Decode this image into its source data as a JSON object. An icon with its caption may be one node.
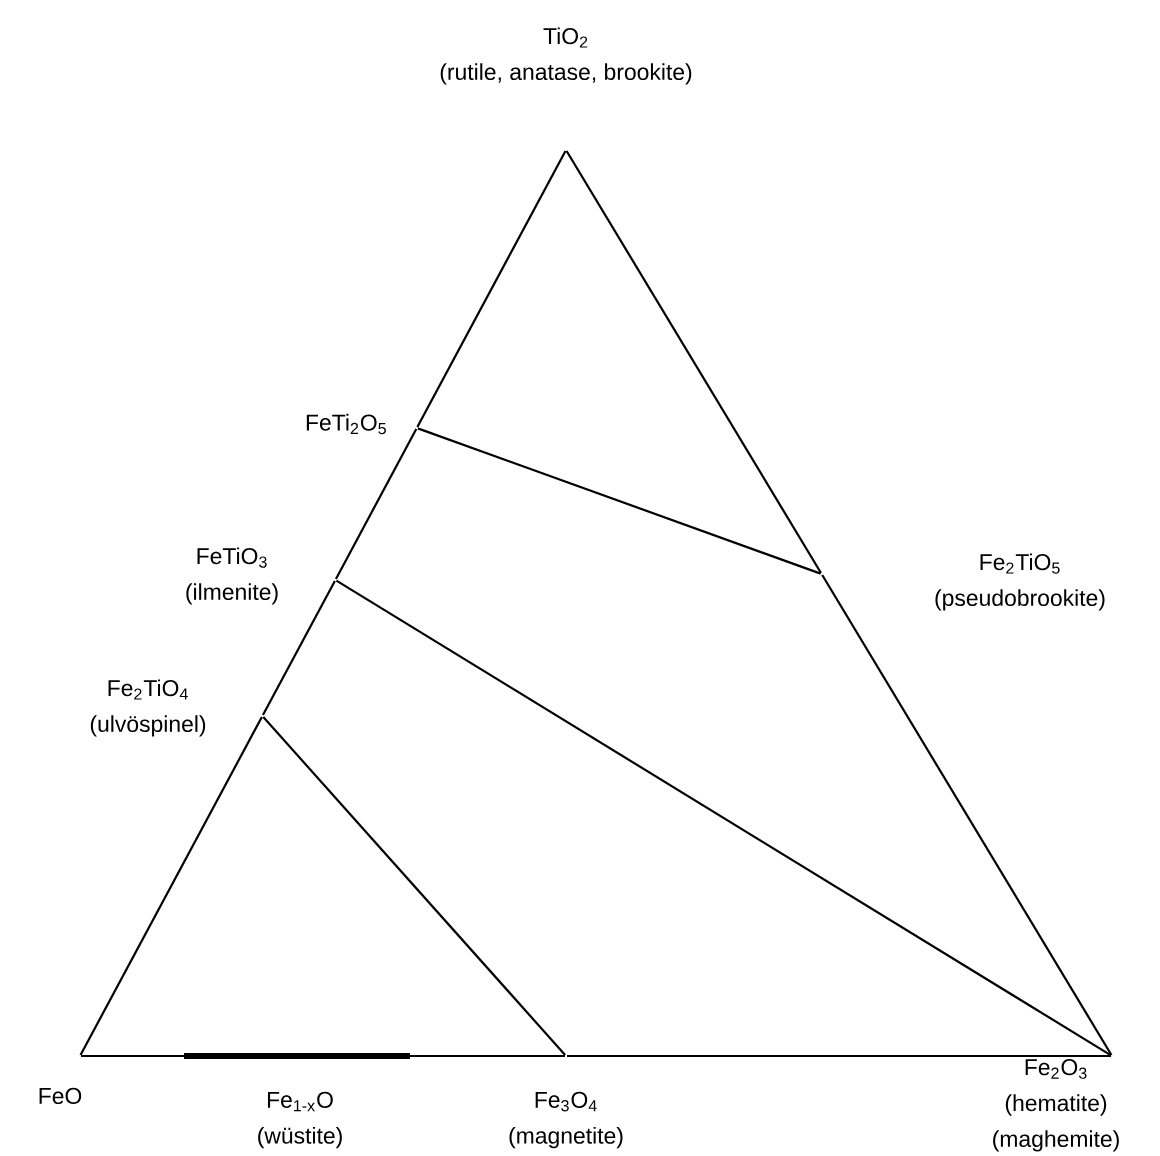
{
  "diagram": {
    "nodes": [
      {
        "text": [
          "TiO$_{2}$",
          "(rutile, anatase, brookite)"
        ]
      },
      {
        "text": [
          "FeTi$_{2}$O$_{5}$"
        ]
      },
      {
        "text": [
          "FeTiO$_{3}$",
          "(ilmenite)"
        ]
      },
      {
        "text": [
          "Fe$_{2}$TiO$_{5}$",
          "(pseudobrookite)"
        ]
      },
      {
        "text": [
          "Fe$_{2}$TiO$_{4}$",
          "(ulvöspinel)"
        ]
      },
      {
        "text": [
          "FeO"
        ]
      },
      {
        "text": [
          "Fe$_{1-x}$O",
          "(wüstite)"
        ]
      },
      {
        "text": [
          "Fe$_{3}$O$_{4}$",
          "(magnetite)"
        ]
      },
      {
        "text": [
          "Fe$_{2}$O$_{3}$",
          "(hematite)",
          "(maghemite)"
        ]
      }
    ],
    "edges": [
      {
        "from": 5,
        "to": 4,
        "arrow": "none"
      },
      {
        "from": 4,
        "to": 2,
        "arrow": "none"
      },
      {
        "from": 2,
        "to": 1,
        "arrow": "none"
      },
      {
        "from": 1,
        "to": 0,
        "arrow": "none"
      },
      {
        "from": 0,
        "to": 3,
        "arrow": "none"
      },
      {
        "from": 3,
        "to": 8,
        "arrow": "none"
      },
      {
        "from": 5,
        "to": 6,
        "arrow": "none"
      },
      {
        "from": 6,
        "to": 7,
        "arrow": "none"
      },
      {
        "from": 7,
        "to": 8,
        "arrow": "none"
      },
      {
        "from": 1,
        "to": 3,
        "arrow": "none"
      },
      {
        "from": 2,
        "to": 8,
        "arrow": "none"
      },
      {
        "from": 4,
        "to": 7,
        "arrow": "none"
      }
    ]
  }
}
